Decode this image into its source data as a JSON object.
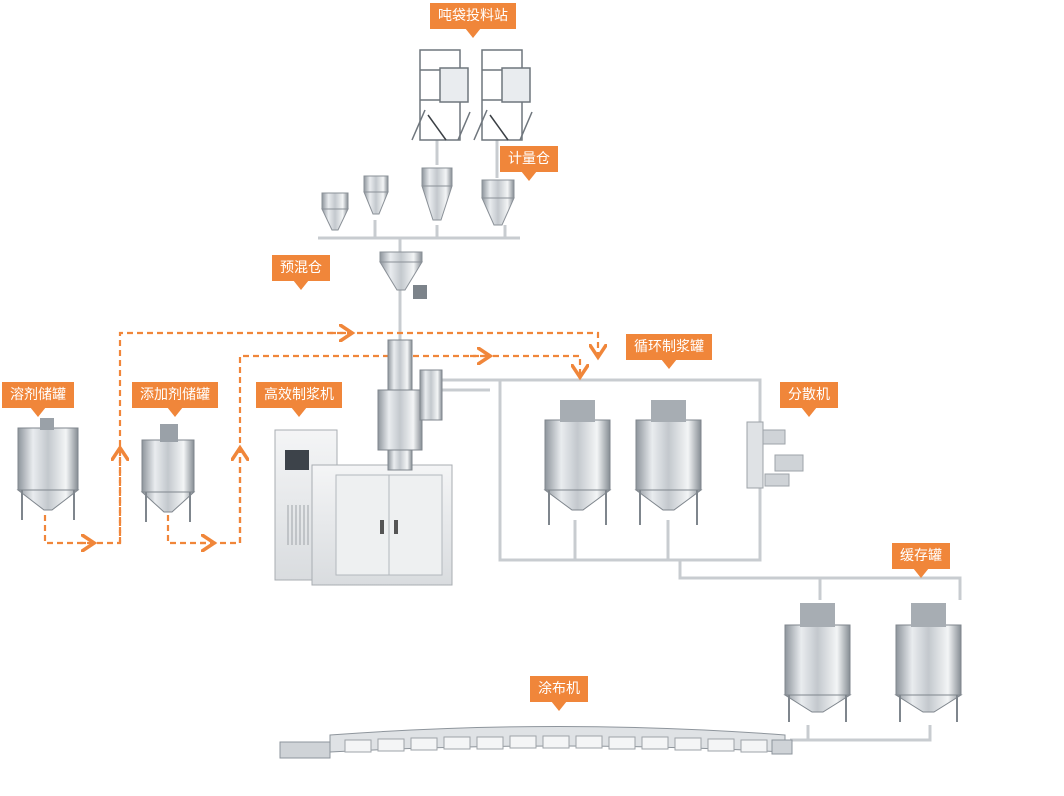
{
  "labels": {
    "bag_station": "吨袋投料站",
    "metering_bin": "计量仓",
    "premix_bin": "预混仓",
    "solvent_tank": "溶剂储罐",
    "additive_tank": "添加剂储罐",
    "pulping_machine": "高效制浆机",
    "circulation_tank": "循环制浆罐",
    "disperser": "分散机",
    "buffer_tank": "缓存罐",
    "coater": "涂布机"
  },
  "colors": {
    "callout": "#f0863a",
    "flow_line": "#f0863a",
    "pipe": "#c8ccd0",
    "steel": "#b9bec4"
  }
}
